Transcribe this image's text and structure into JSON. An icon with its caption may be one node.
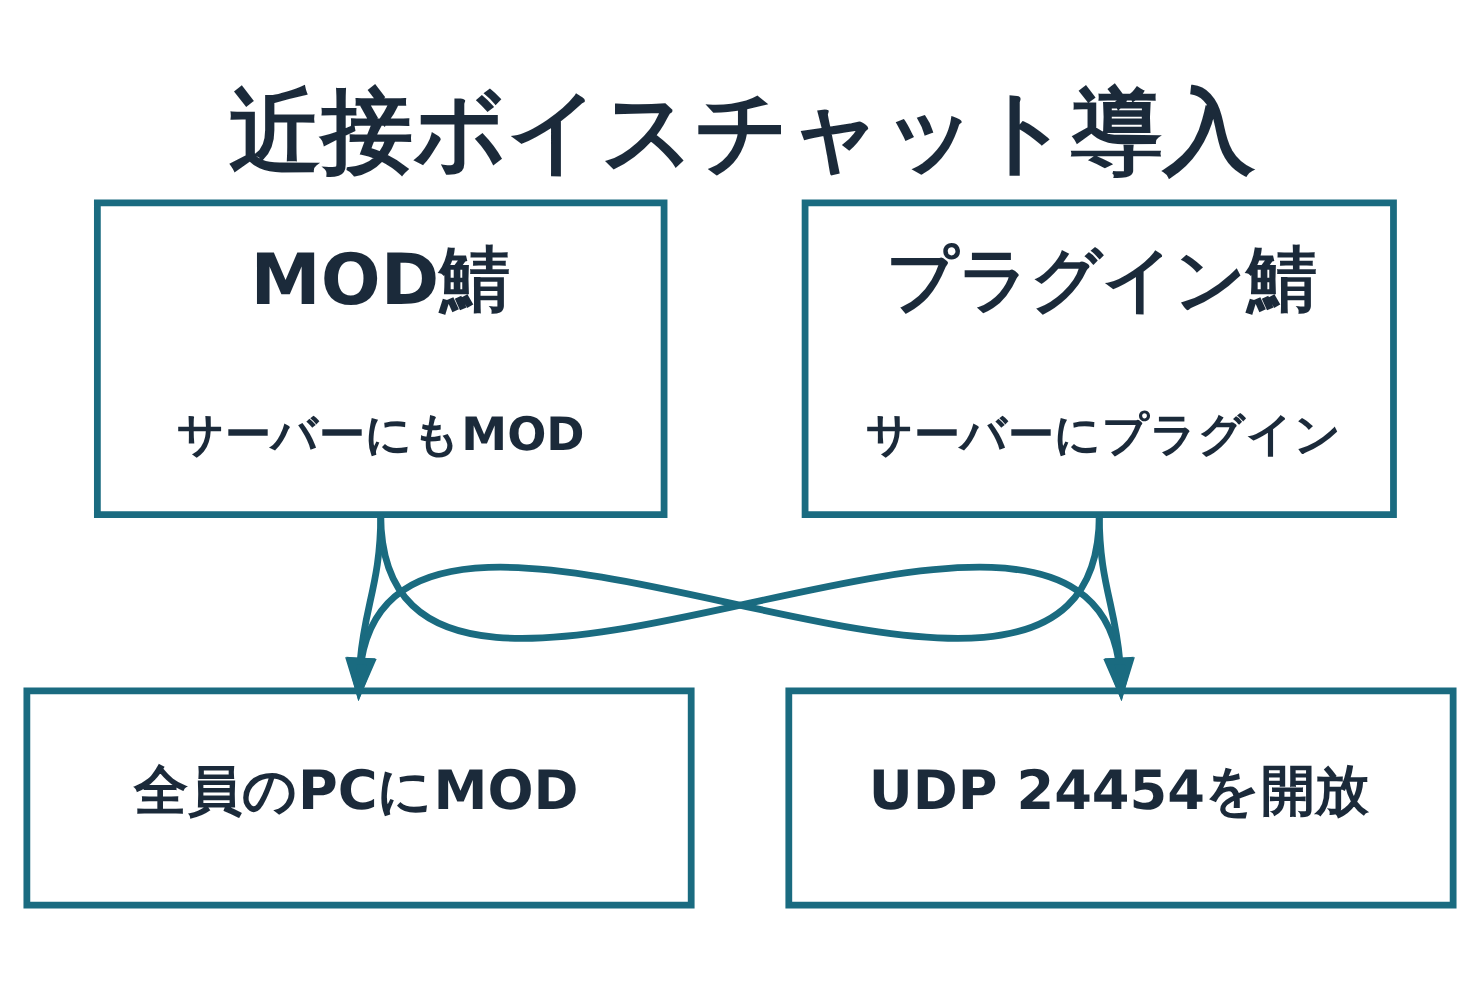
{
  "diagram": {
    "title": "近接ボイスチャット導入",
    "nodes": [
      {
        "text": [
          "MOD鯖",
          "サーバーにもMOD"
        ]
      },
      {
        "text": [
          "プラグイン鯖",
          "サーバーにプラグイン"
        ]
      },
      {
        "text": [
          "全員のPCにMOD"
        ]
      },
      {
        "text": [
          "UDP 24454を開放"
        ]
      }
    ],
    "edges": [
      {
        "from": 0,
        "to": 2,
        "arrow": "to"
      },
      {
        "from": 0,
        "to": 3,
        "arrow": "to"
      },
      {
        "from": 1,
        "to": 2,
        "arrow": "to"
      },
      {
        "from": 1,
        "to": 3,
        "arrow": "to"
      }
    ]
  }
}
